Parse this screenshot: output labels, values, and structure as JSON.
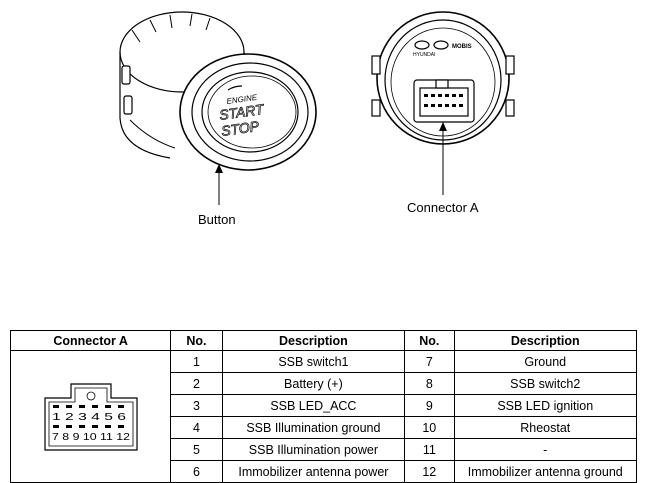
{
  "button_face": {
    "line1": "ENGINE",
    "line2": "START",
    "line3": "STOP"
  },
  "connector_face": {
    "brand1": "HYUNDAI",
    "brand2": "MOBIS"
  },
  "callouts": {
    "button": "Button",
    "connector": "Connector A"
  },
  "table": {
    "headers": {
      "connector": "Connector A",
      "no1": "No.",
      "desc1": "Description",
      "no2": "No.",
      "desc2": "Description"
    },
    "pin_labels": {
      "top": "1 2 3 4 5 6",
      "bottom": "7 8 9 10 11 12"
    },
    "rows": [
      {
        "no1": "1",
        "desc1": "SSB switch1",
        "no2": "7",
        "desc2": "Ground"
      },
      {
        "no1": "2",
        "desc1": "Battery (+)",
        "no2": "8",
        "desc2": "SSB switch2"
      },
      {
        "no1": "3",
        "desc1": "SSB LED_ACC",
        "no2": "9",
        "desc2": "SSB LED ignition"
      },
      {
        "no1": "4",
        "desc1": "SSB Illumination ground",
        "no2": "10",
        "desc2": "Rheostat"
      },
      {
        "no1": "5",
        "desc1": "SSB Illumination power",
        "no2": "11",
        "desc2": "-"
      },
      {
        "no1": "6",
        "desc1": "Immobilizer antenna power",
        "no2": "12",
        "desc2": "Immobilizer antenna ground"
      }
    ]
  }
}
